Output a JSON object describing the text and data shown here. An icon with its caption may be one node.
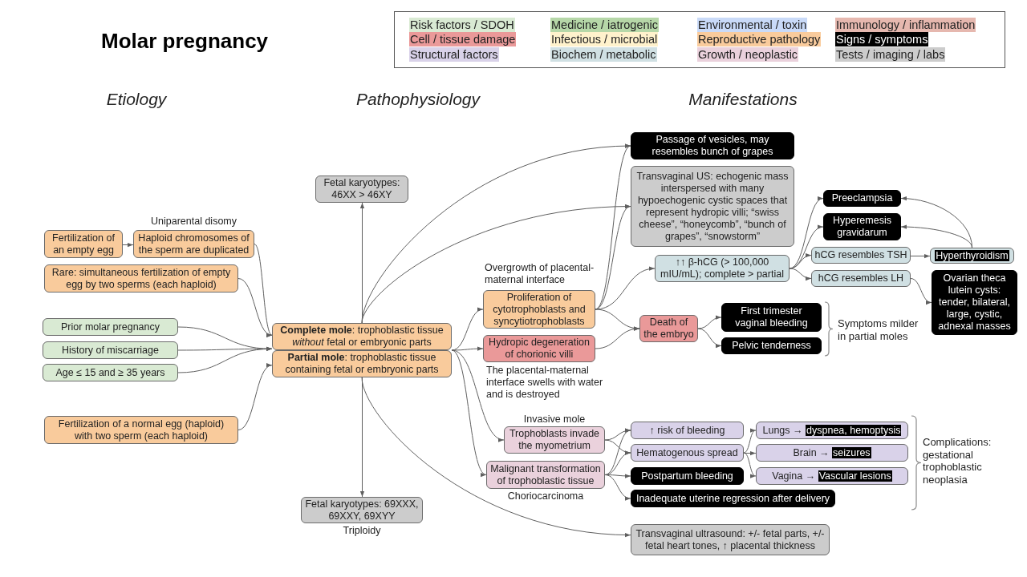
{
  "diagram": {
    "title": "Molar pregnancy",
    "nodes": [
      {
        "text": [
          "Fertilization of an empty egg"
        ]
      },
      {
        "text": [
          "Haploid chromosomes of the sperm are duplicated"
        ],
        "beside": [
          "Uniparental disomy"
        ]
      },
      {
        "text": [
          "Rare: simultaneous fertilization of empty egg by two sperms (each haploid)"
        ]
      },
      {
        "text": [
          "Prior molar pregnancy"
        ]
      },
      {
        "text": [
          "History of miscarriage"
        ]
      },
      {
        "text": [
          "Age ≤ 15 and ≥ 35 years"
        ]
      },
      {
        "text": [
          "Fertilization of a normal egg (haploid) with two sperm (each haploid)"
        ]
      },
      {
        "text": [
          "**Complete mole**: trophoblastic tissue *without* fetal or embryonic parts"
        ]
      },
      {
        "text": [
          "**Partial mole**: trophoblastic tissue containing fetal or embryonic parts"
        ]
      },
      {
        "text": [
          "Fetal karyotypes: 46XX > 46XY"
        ]
      },
      {
        "text": [
          "Fetal karyotypes: 69XXX, 69XXY, 69XYY"
        ],
        "beside": [
          "Triploidy"
        ]
      },
      {
        "text": [
          "Passage of vesicles, may resembles bunch of grapes"
        ]
      },
      {
        "text": [
          "Transvaginal US: echogenic mass interspersed with many hypoechogenic cystic spaces that represent hydropic villi; “swiss cheese”, “honeycomb”, “bunch of grapes”, “snowstorm”"
        ]
      },
      {
        "text": [
          "↑↑ β-hCG (> 100,000 mIU/mL); complete > partial"
        ]
      },
      {
        "text": [
          "Preeclampsia"
        ]
      },
      {
        "text": [
          "Hyperemesis gravidarum"
        ]
      },
      {
        "text": [
          "hCG resembles TSH"
        ]
      },
      {
        "text": [
          "hCG resembles LH"
        ]
      },
      {
        "text": [
          "Hyperthyroidism"
        ]
      },
      {
        "text": [
          "Ovarian theca lutein cysts: tender, bilateral, large, cystic, adnexal masses"
        ]
      },
      {
        "text": [
          "Proliferation of cytotrophoblasts and syncytiotrophoblasts"
        ],
        "beside": [
          "Overgrowth of placental-maternal interface"
        ]
      },
      {
        "text": [
          "Hydropic degeneration of chorionic villi"
        ],
        "beside": [
          "The placental-maternal interface swells with water and is destroyed"
        ]
      },
      {
        "text": [
          "Death of the embryo"
        ]
      },
      {
        "text": [
          "First trimester vaginal bleeding"
        ]
      },
      {
        "text": [
          "Pelvic tenderness"
        ]
      },
      {
        "text": [
          "Trophoblasts invade the myometrium"
        ],
        "beside": [
          "Invasive mole"
        ]
      },
      {
        "text": [
          "Malignant transformation of trophoblastic tissue"
        ],
        "beside": [
          "Choriocarcinoma"
        ]
      },
      {
        "text": [
          "↑ risk of bleeding"
        ]
      },
      {
        "text": [
          "Hematogenous spread"
        ]
      },
      {
        "text": [
          "Postpartum bleeding"
        ]
      },
      {
        "text": [
          "Inadequate uterine regression after delivery"
        ]
      },
      {
        "text": [
          "Lungs →",
          "dyspnea, hemoptysis"
        ]
      },
      {
        "text": [
          "Brain →",
          "seizures"
        ]
      },
      {
        "text": [
          "Vagina →",
          "Vascular lesions"
        ]
      },
      {
        "text": [
          "Transvaginal ultrasound: +/- fetal parts, +/- fetal heart tones, ↑ placental thickness"
        ]
      }
    ],
    "edges": [
      {
        "from": 0,
        "to": 1,
        "arrow": "to"
      },
      {
        "from": 1,
        "to": 7,
        "arrow": "to"
      },
      {
        "from": 2,
        "to": 7,
        "arrow": "to"
      },
      {
        "from": 3,
        "to": 7,
        "arrow": "to"
      },
      {
        "from": 4,
        "to": 7,
        "arrow": "to"
      },
      {
        "from": 5,
        "to": 7,
        "arrow": "to"
      },
      {
        "from": 6,
        "to": 8,
        "arrow": "to"
      },
      {
        "from": 7,
        "to": 9,
        "arrow": "to"
      },
      {
        "from": 7,
        "to": 11,
        "arrow": "to"
      },
      {
        "from": 7,
        "to": 12,
        "arrow": "to"
      },
      {
        "from": 8,
        "to": 10,
        "arrow": "to"
      },
      {
        "from": 8,
        "to": 34,
        "arrow": "to"
      },
      {
        "from": 7,
        "to": 20,
        "arrow": "to"
      },
      {
        "from": 7,
        "to": 21,
        "arrow": "to"
      },
      {
        "from": 8,
        "to": 25,
        "arrow": "to"
      },
      {
        "from": 8,
        "to": 26,
        "arrow": "to"
      },
      {
        "from": 20,
        "to": 11,
        "arrow": "to"
      },
      {
        "from": 20,
        "to": 12,
        "arrow": "to"
      },
      {
        "from": 20,
        "to": 13,
        "arrow": "to"
      },
      {
        "from": 20,
        "to": 22,
        "arrow": "to"
      },
      {
        "from": 21,
        "to": 22,
        "arrow": "to"
      },
      {
        "from": 13,
        "to": 14,
        "arrow": "to"
      },
      {
        "from": 13,
        "to": 15,
        "arrow": "to"
      },
      {
        "from": 13,
        "to": 16,
        "arrow": "to"
      },
      {
        "from": 13,
        "to": 17,
        "arrow": "to"
      },
      {
        "from": 16,
        "to": 18,
        "arrow": "to"
      },
      {
        "from": 18,
        "to": 14,
        "arrow": "to"
      },
      {
        "from": 18,
        "to": 15,
        "arrow": "to"
      },
      {
        "from": 17,
        "to": 19,
        "arrow": "to"
      },
      {
        "from": 22,
        "to": 23,
        "arrow": "to"
      },
      {
        "from": 22,
        "to": 24,
        "arrow": "to"
      },
      {
        "from": 25,
        "to": 27,
        "arrow": "to"
      },
      {
        "from": 25,
        "to": 28,
        "arrow": "to"
      },
      {
        "from": 26,
        "to": 27,
        "arrow": "to"
      },
      {
        "from": 26,
        "to": 28,
        "arrow": "to"
      },
      {
        "from": 26,
        "to": 29,
        "arrow": "to"
      },
      {
        "from": 26,
        "to": 30,
        "arrow": "to"
      },
      {
        "from": 28,
        "to": 31,
        "arrow": "to"
      },
      {
        "from": 28,
        "to": 32,
        "arrow": "to"
      },
      {
        "from": 28,
        "to": 33,
        "arrow": "to"
      }
    ],
    "labels": [
      "Etiology",
      "Pathophysiology",
      "Manifestations",
      "Symptoms milder in partial moles",
      "Complications: gestational trophoblastic neoplasia"
    ],
    "legend": [
      {
        "text": "Risk factors / SDOH",
        "color": "#d9ead3"
      },
      {
        "text": "Medicine / iatrogenic",
        "color": "#b6d7a8"
      },
      {
        "text": "Environmental / toxin",
        "color": "#c9daf8"
      },
      {
        "text": "Immunology / inflammation",
        "color": "#e6b8af"
      },
      {
        "text": "Cell / tissue damage",
        "color": "#ea9999"
      },
      {
        "text": "Infectious / microbial",
        "color": "#fff2cc"
      },
      {
        "text": "Reproductive pathology",
        "color": "#f9cb9c"
      },
      {
        "text": "Signs / symptoms",
        "color": "#000000"
      },
      {
        "text": "Structural factors",
        "color": "#d9d2e9"
      },
      {
        "text": "Biochem / metabolic",
        "color": "#d0e0e3"
      },
      {
        "text": "Growth / neoplastic",
        "color": "#ead1dc"
      },
      {
        "text": "Tests / imaging / labs",
        "color": "#cccccc"
      }
    ]
  }
}
